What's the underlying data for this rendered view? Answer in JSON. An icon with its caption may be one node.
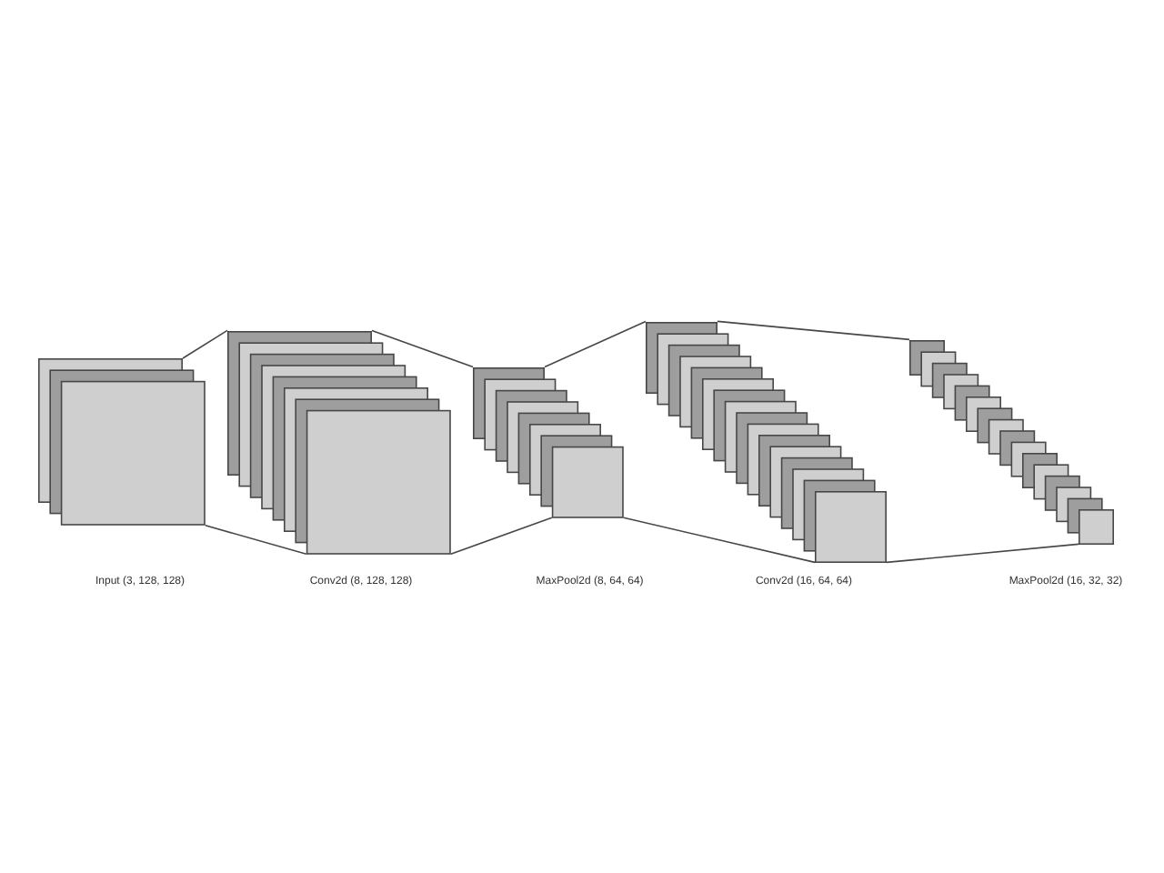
{
  "diagram": {
    "nodes": [
      {
        "text": [],
        "shape": "box"
      },
      {
        "text": [],
        "shape": "box"
      },
      {
        "text": [],
        "shape": "box"
      },
      {
        "text": [],
        "shape": "box"
      },
      {
        "text": [],
        "shape": "box"
      }
    ],
    "edges": [
      {
        "from": 0,
        "to": 1,
        "arrow": "none"
      },
      {
        "from": 0,
        "to": 1,
        "arrow": "none"
      },
      {
        "from": 1,
        "to": 2,
        "arrow": "none"
      },
      {
        "from": 1,
        "to": 2,
        "arrow": "none"
      },
      {
        "from": 2,
        "to": 3,
        "arrow": "none"
      },
      {
        "from": 2,
        "to": 3,
        "arrow": "none"
      },
      {
        "from": 3,
        "to": 4,
        "arrow": "none"
      },
      {
        "from": 3,
        "to": 4,
        "arrow": "none"
      }
    ],
    "labels": [
      "Input (3, 128, 128)",
      "Conv2d (8, 128, 128)",
      "MaxPool2d (8, 64, 64)",
      "Conv2d (16, 64, 64)",
      "MaxPool2d (16, 32, 32)"
    ]
  }
}
